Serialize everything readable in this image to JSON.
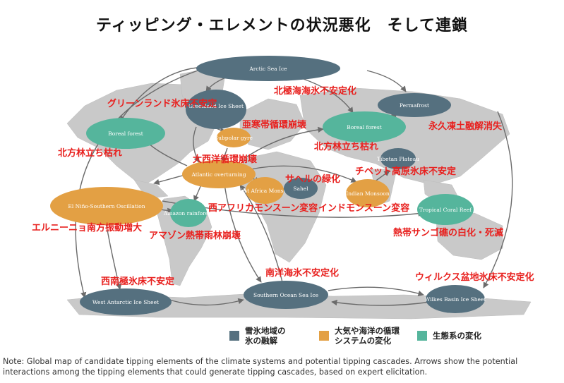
{
  "title": "ティッピング・エレメントの状況悪化　そして連鎖",
  "colors": {
    "ice": "#55707f",
    "circulation": "#e3a044",
    "ecosystem": "#55b59c",
    "land": "#c9c9c9",
    "arrow": "#6b6b6b",
    "annotation": "#e8201e"
  },
  "elements": {
    "arctic_sea_ice": "Arctic Sea Ice",
    "greenland": "Greenland Ice Sheet",
    "permafrost": "Permafrost",
    "boreal_w": "Boreal forest",
    "boreal_e": "Boreal forest",
    "subpolar_gyre": "Subpolar gyre",
    "atlantic": "Atlantic overturning",
    "tibetan": "Tibetan Plateau",
    "enso": "El Niño-Southern Oscillation",
    "wa_monsoon": "West Africa Monsoon",
    "sahel": "Sahel",
    "indian_monsoon": "Indian Monsoon",
    "amazon": "Amazon rainforest",
    "coral": "Tropical Coral Reef",
    "west_antarctic": "West Antarctic Ice Sheet",
    "southern_ocean": "Southern Ocean Sea Ice",
    "wilkes": "Wilkes Basin Ice Sheet"
  },
  "annotations": {
    "greenland": "グリーンランド氷床不安定",
    "arctic": "北極海海氷不安定化",
    "subpolar": "亜寒帯循環崩壊",
    "permafrost": "永久凍土融解消失",
    "boreal_w": "北方林立ち枯れ",
    "atlantic": "大西洋循環崩壊",
    "boreal_e": "北方林立ち枯れ",
    "sahel": "サヘルの緑化",
    "tibet": "チベット高原氷床不安定",
    "wa_monsoon": "西アフリカモンスーン変容",
    "indian_monsoon": "インドモンスーン変容",
    "enso": "エルニーニョ南方振動増大",
    "amazon": "アマゾン熱帯雨林崩壊",
    "coral": "熱帯サンゴ礁の白化・死滅",
    "west_antarctic": "西南極氷床不安定",
    "southern_ocean": "南洋海氷不安定化",
    "wilkes": "ウィルクス盆地氷床不安定化"
  },
  "legend": {
    "ice_l1": "雪氷地域の",
    "ice_l2": "氷の融解",
    "circ_l1": "大気や海洋の循環",
    "circ_l2": "システムの変化",
    "eco": "生態系の変化"
  },
  "note": "Note: Global map of candidate tipping elements of the climate systems and potential tipping cascades. Arrows show the potential interactions among the tipping elements that could generate tipping cascades, based on expert elicitation."
}
